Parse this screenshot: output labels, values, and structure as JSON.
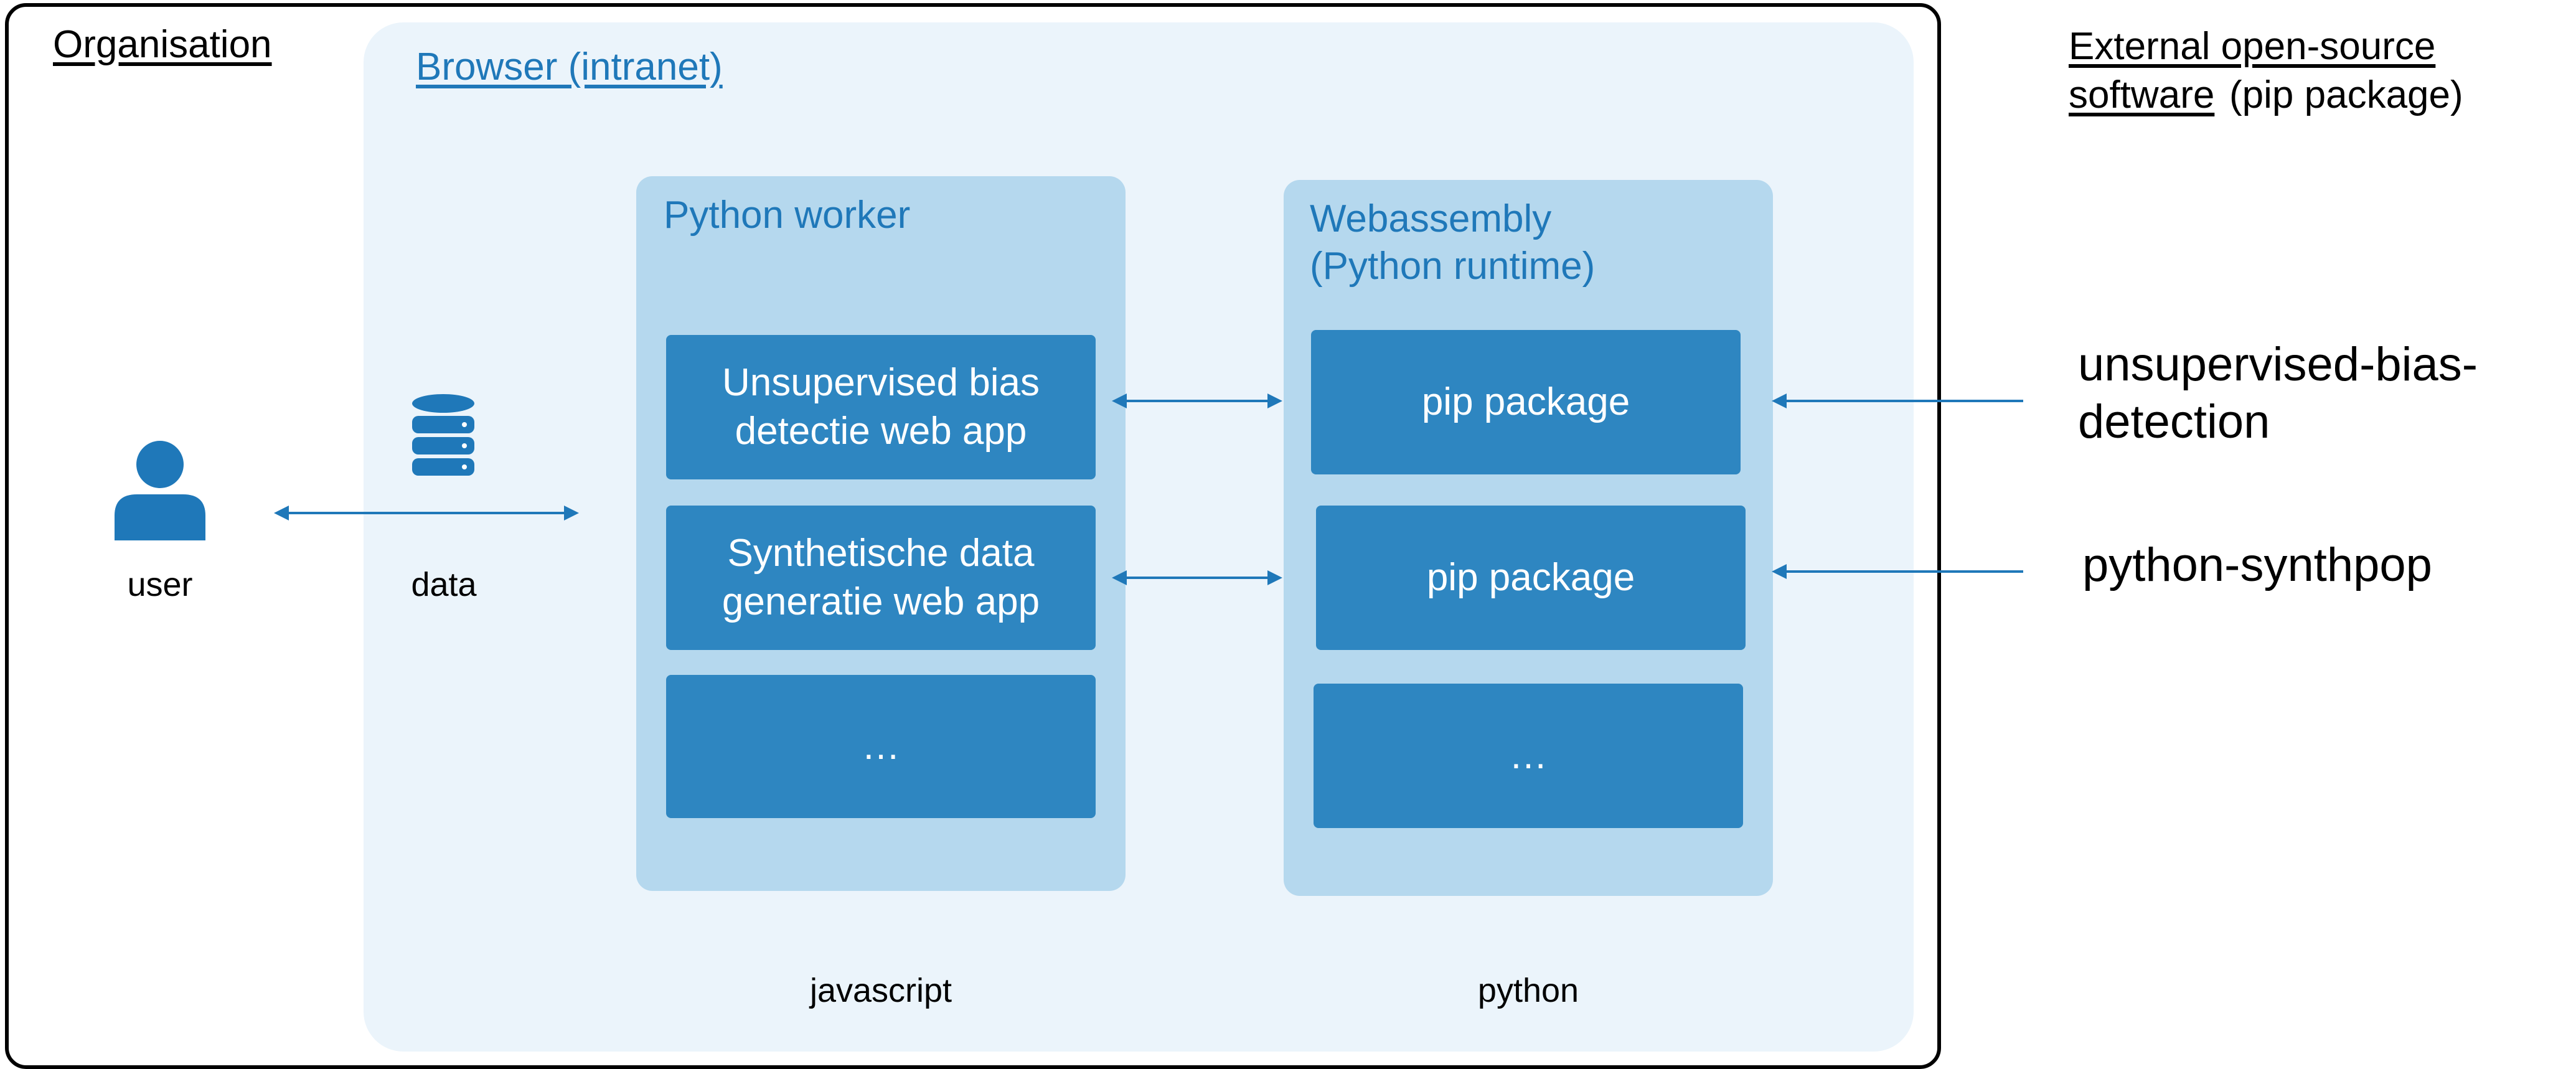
{
  "organisation": {
    "title": "Organisation"
  },
  "browser": {
    "title": "Browser (intranet)"
  },
  "external": {
    "title_underlined": "External open-source software",
    "title_suffix": "(pip package)"
  },
  "user": {
    "label": "user",
    "icon": "user-icon"
  },
  "data": {
    "label": "data",
    "icon": "database-icon"
  },
  "python_worker": {
    "title": "Python worker",
    "footer": "javascript",
    "boxes": [
      {
        "line1": "Unsupervised bias",
        "line2": "detectie web app"
      },
      {
        "line1": "Synthetische data",
        "line2": "generatie web app"
      },
      {
        "line1": "…",
        "line2": ""
      }
    ]
  },
  "webassembly": {
    "title_line1": "Webassembly",
    "title_line2": "(Python runtime)",
    "footer": "python",
    "boxes": [
      {
        "label": "pip package"
      },
      {
        "label": "pip package"
      },
      {
        "label": "…"
      }
    ]
  },
  "packages": [
    {
      "line1": "unsupervised-bias-",
      "line2": "detection"
    },
    {
      "line1": "python-synthpop",
      "line2": ""
    }
  ],
  "colors": {
    "accent": "#1f78b9",
    "box": "#2e86c1",
    "column": "#b5d8ee",
    "browser_bg": "#ebf4fb"
  }
}
